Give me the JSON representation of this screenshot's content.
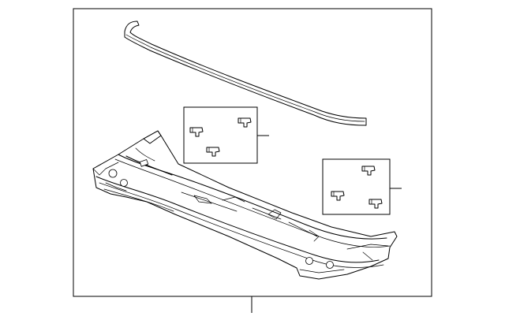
{
  "diagram": {
    "type": "parts-exploded-view",
    "parts": [
      {
        "name": "cowl-top-seal-strip"
      },
      {
        "name": "cowl-top-panel"
      },
      {
        "name": "clip-set-upper"
      },
      {
        "name": "clip-set-lower"
      }
    ],
    "callouts": 3,
    "clips_per_set": 3
  }
}
